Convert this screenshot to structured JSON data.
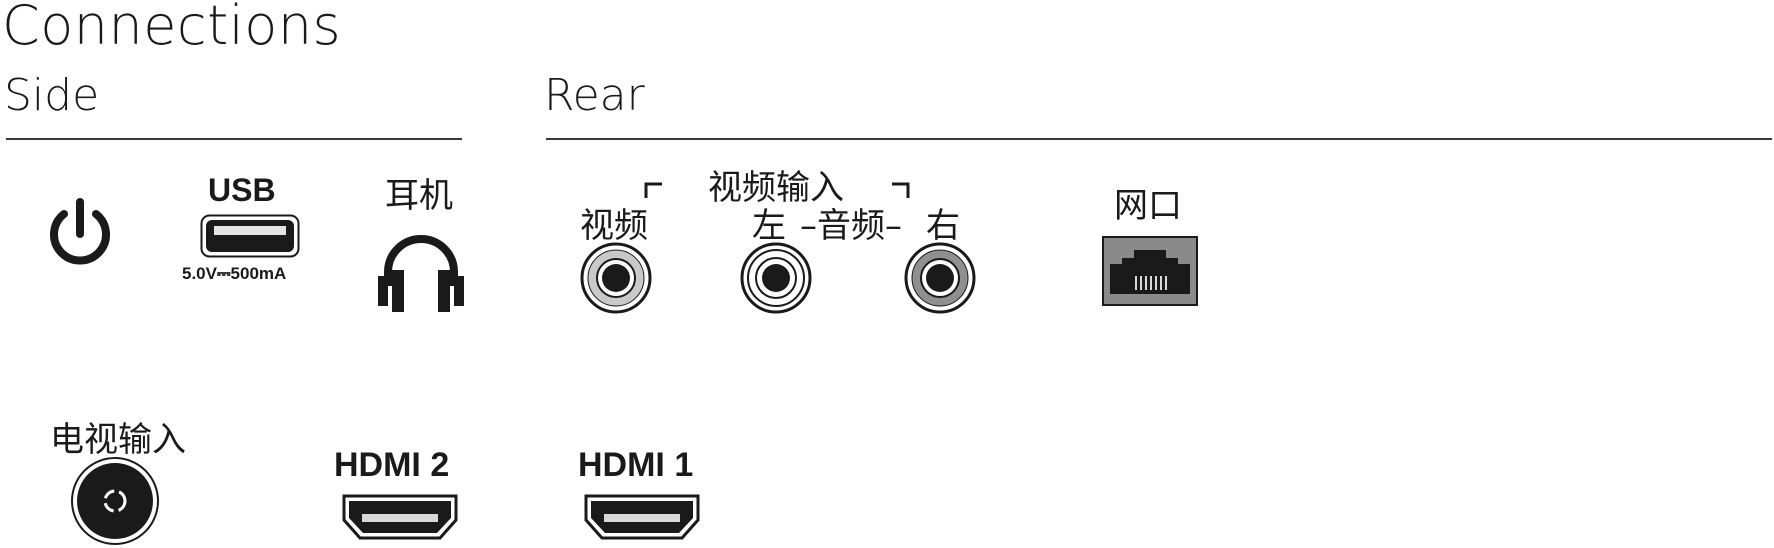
{
  "title": "Connections",
  "sections": {
    "side": {
      "heading": "Side",
      "usb": {
        "label": "USB",
        "spec": "5.0V⎓500mA"
      },
      "headphones": {
        "label": "耳机"
      },
      "power_icon": "power-icon"
    },
    "rear": {
      "heading": "Rear",
      "video_input_group": "视频输入",
      "video": "视频",
      "audio_left": "左",
      "audio": "–音频–",
      "audio_right": "右",
      "network": "网口"
    }
  },
  "bottom": {
    "tv_input": "电视输入",
    "hdmi2": "HDMI 2",
    "hdmi1": "HDMI 1"
  },
  "colors": {
    "line": "#3a3a3a",
    "port_dark": "#1a1a1a",
    "rj45_gray": "#8a8a8a"
  }
}
